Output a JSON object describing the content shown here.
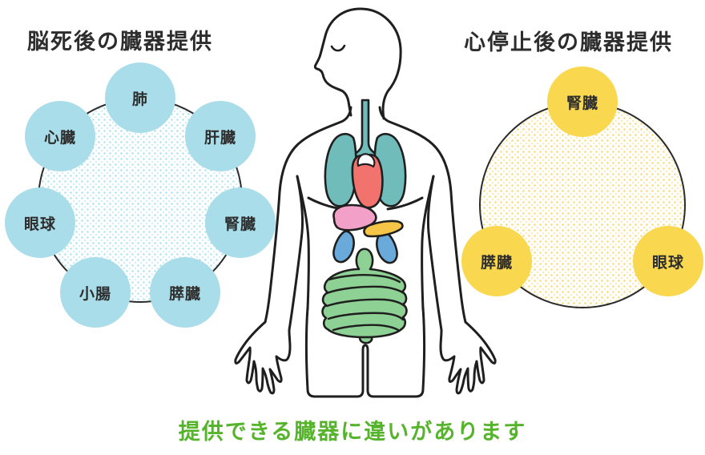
{
  "left_panel": {
    "title": "脳死後の臓器提供",
    "organs": [
      "肺",
      "肝臓",
      "腎臓",
      "膵臓",
      "小腸",
      "眼球",
      "心臓"
    ]
  },
  "right_panel": {
    "title": "心停止後の臓器提供",
    "organs": [
      "腎臓",
      "膵臓",
      "眼球"
    ]
  },
  "caption": "提供できる臓器に違いがあります",
  "colors": {
    "title_ink": "#2d2d2d",
    "outline": "#2b2b2b",
    "bubble_blue": "#a9dde9",
    "bubble_yellow": "#f9d84f",
    "caption_green": "#56b42c",
    "trachea": "#6fbcba",
    "lungs": "#6fbcba",
    "heart": "#f2736d",
    "liver": "#f2a0c8",
    "pancreas": "#f5c548",
    "kidney": "#6aaadb",
    "intestine": "#8ed194"
  }
}
